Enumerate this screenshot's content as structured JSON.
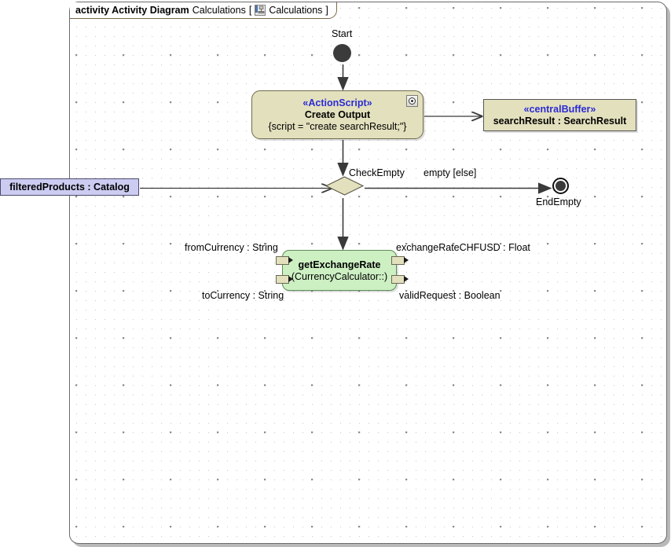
{
  "frame": {
    "keyword": "activity Activity Diagram",
    "diagram_name": "Calculations",
    "bracket_open": "[",
    "bracket_close": "]",
    "context_name": "Calculations",
    "icon": "activity-diagram-icon"
  },
  "nodes": {
    "start": {
      "label": "Start",
      "icon": "initial-node-icon"
    },
    "create_output": {
      "stereotype": "«ActionScript»",
      "name": "Create Output",
      "body": "{script = \"create searchResult;\"}",
      "icon": "action-script-icon",
      "fill": "#e3e0bd",
      "stereotype_color": "#2b2bd4"
    },
    "central_buffer": {
      "stereotype": "«centralBuffer»",
      "name": "searchResult : SearchResult",
      "fill": "#e3e0bd",
      "stereotype_color": "#2b2bd4"
    },
    "decision": {
      "label": "CheckEmpty",
      "fill": "#e3e0bd"
    },
    "else_guard": {
      "label": "empty [else]"
    },
    "end": {
      "label": "EndEmpty",
      "icon": "final-node-icon"
    },
    "filtered_products": {
      "name": "filteredProducts : Catalog",
      "fill": "#ccccf2"
    },
    "get_exchange_rate": {
      "name": "getExchangeRate",
      "behavior": "(CurrencyCalculator::)",
      "fill": "#cdf0c3",
      "pins": [
        {
          "name": "fromCurrency : String",
          "side": "in"
        },
        {
          "name": "toCurrency : String",
          "side": "in"
        },
        {
          "name": "exchangeRateCHFUSD : Float",
          "side": "out"
        },
        {
          "name": "validRequest : Boolean",
          "side": "out"
        }
      ]
    }
  },
  "colors": {
    "canvas": "#ffffff",
    "grid_minor": "#c9c9c9",
    "grid_major": "#8d8d8d",
    "edge": "#3a3a3a",
    "frame_border": "#6b6b6b"
  }
}
